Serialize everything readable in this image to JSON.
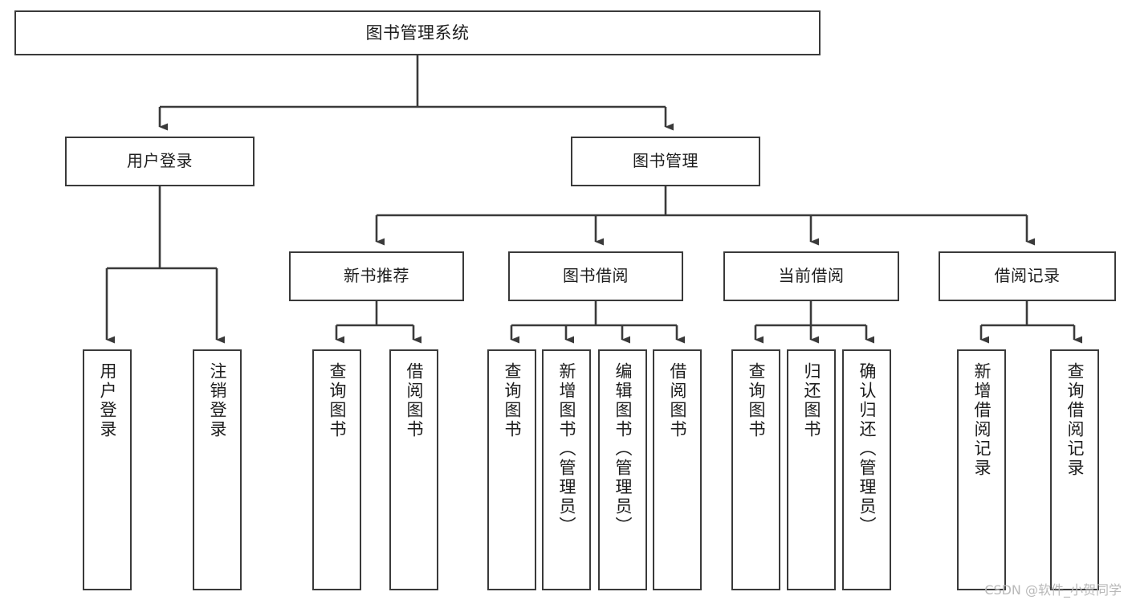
{
  "diagram": {
    "type": "tree",
    "title": "图书管理系统",
    "orientation": "top-down",
    "colors": {
      "node_border": "#3a3a3a",
      "node_fill": "#ffffff",
      "edge": "#3a3a3a",
      "text": "#1d1d1d",
      "watermark": "#b9b9b9",
      "background": "#ffffff"
    },
    "root": {
      "label": "图书管理系统"
    },
    "level2": [
      {
        "label": "用户登录"
      },
      {
        "label": "图书管理"
      }
    ],
    "level3": [
      {
        "label": "新书推荐"
      },
      {
        "label": "图书借阅"
      },
      {
        "label": "当前借阅"
      },
      {
        "label": "借阅记录"
      }
    ],
    "leaves": {
      "user_login": [
        {
          "label": "用户登录"
        },
        {
          "label": "注销登录"
        }
      ],
      "new_book": [
        {
          "label": "查询图书"
        },
        {
          "label": "借阅图书"
        }
      ],
      "book_borrow": [
        {
          "label": "查询图书"
        },
        {
          "label": "新增图书（管理员）"
        },
        {
          "label": "编辑图书（管理员）"
        },
        {
          "label": "借阅图书"
        }
      ],
      "current_borrow": [
        {
          "label": "查询图书"
        },
        {
          "label": "归还图书"
        },
        {
          "label": "确认归还（管理员）"
        }
      ],
      "borrow_record": [
        {
          "label": "新增借阅记录"
        },
        {
          "label": "查询借阅记录"
        }
      ]
    }
  },
  "watermark": {
    "text": "CSDN @软件_小贺同学"
  }
}
